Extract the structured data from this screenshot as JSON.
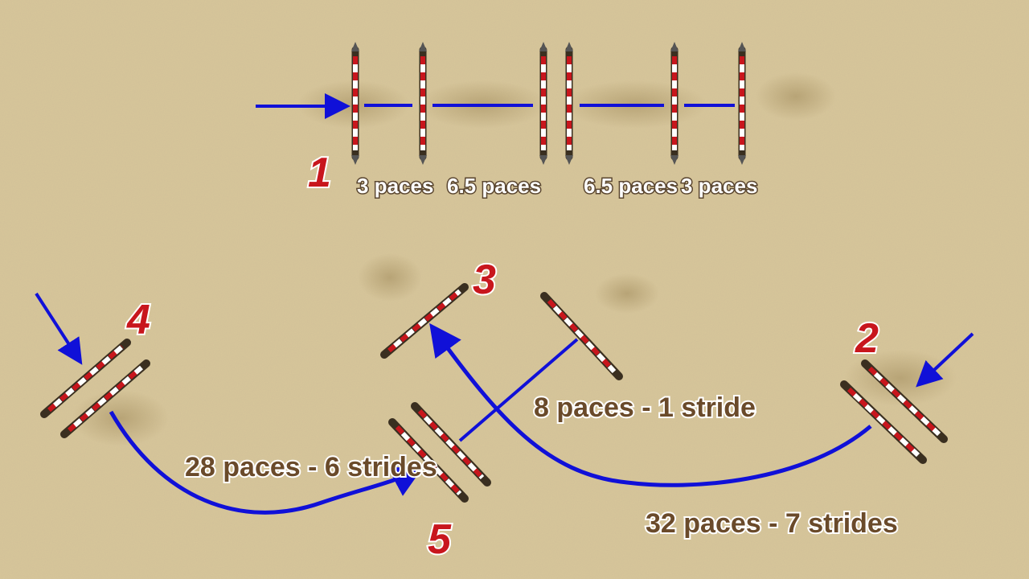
{
  "colors": {
    "sand": "#d8c79a",
    "route": "#1010d8",
    "pole_red": "#c8161d",
    "pole_white": "#ffffff",
    "number": "#c8161d",
    "label_brown": "#6a4a2a"
  },
  "diagram": {
    "grid": {
      "number": "1",
      "distances": [
        "3 paces",
        "6.5 paces",
        "6.5 paces",
        "3 paces"
      ]
    },
    "fences": {
      "two": "2",
      "three": "3",
      "four": "4",
      "five": "5"
    },
    "distances": {
      "four_to_five": "28 paces - 6 strides",
      "five_to_three": "8 paces - 1 stride",
      "two_to_three": "32 paces - 7 strides"
    }
  }
}
